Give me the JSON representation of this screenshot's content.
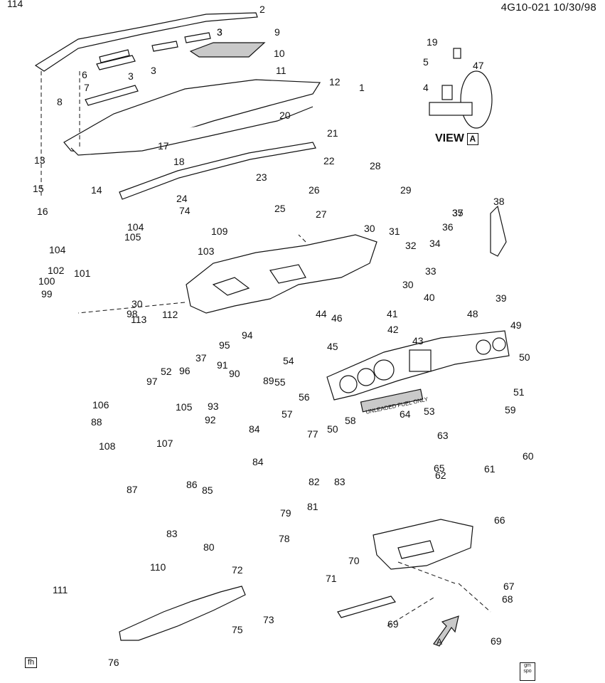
{
  "header": {
    "code": "4G10-021 10/30/98"
  },
  "view": {
    "label": "VIEW",
    "box_letter": "A"
  },
  "arrow_marker": {
    "letter": "A"
  },
  "corner_tag": "fh",
  "logo": {
    "line1": "gm",
    "line2": "spo"
  },
  "decal_text": "UNLEADED FUEL ONLY",
  "callouts": [
    "1",
    "2",
    "3",
    "3",
    "3",
    "3",
    "4",
    "5",
    "6",
    "7",
    "8",
    "9",
    "10",
    "11",
    "12",
    "13",
    "14",
    "15",
    "16",
    "17",
    "18",
    "19",
    "20",
    "21",
    "22",
    "23",
    "24",
    "25",
    "26",
    "27",
    "28",
    "29",
    "30",
    "30",
    "30",
    "31",
    "32",
    "33",
    "34",
    "35",
    "36",
    "37",
    "37",
    "38",
    "39",
    "40",
    "41",
    "42",
    "43",
    "44",
    "45",
    "46",
    "47",
    "48",
    "49",
    "50",
    "50",
    "51",
    "52",
    "53",
    "54",
    "55",
    "56",
    "57",
    "58",
    "59",
    "60",
    "61",
    "62",
    "63",
    "64",
    "65",
    "66",
    "67",
    "68",
    "69",
    "69",
    "70",
    "71",
    "72",
    "73",
    "74",
    "75",
    "76",
    "77",
    "78",
    "79",
    "80",
    "81",
    "82",
    "83",
    "83",
    "84",
    "84",
    "85",
    "86",
    "87",
    "88",
    "89",
    "90",
    "91",
    "92",
    "93",
    "94",
    "95",
    "96",
    "97",
    "98",
    "99",
    "100",
    "101",
    "102",
    "103",
    "104",
    "104",
    "105",
    "105",
    "106",
    "107",
    "108",
    "109",
    "110",
    "111",
    "112",
    "113",
    "114"
  ]
}
